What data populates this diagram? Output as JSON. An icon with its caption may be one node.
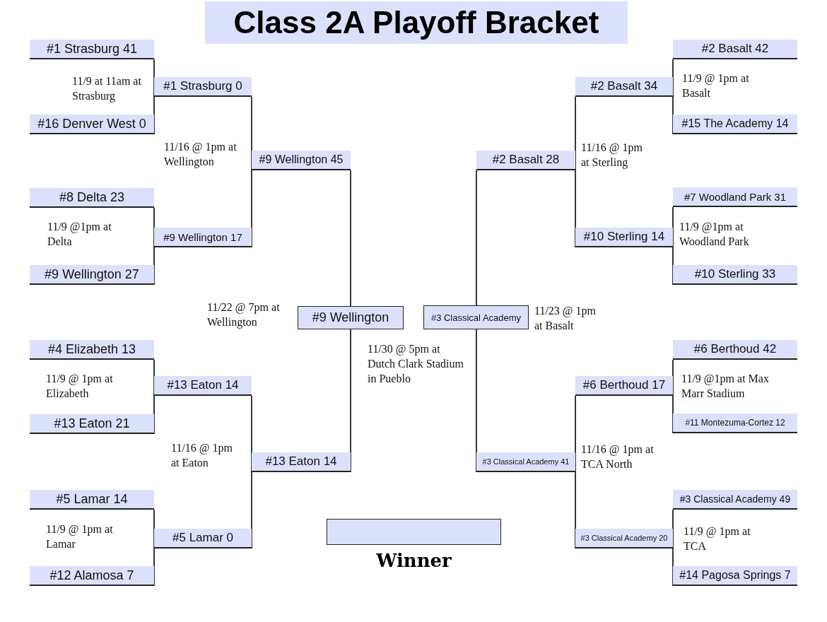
{
  "diagram": {
    "title": "Class 2A Playoff Bracket",
    "nodes": [
      {
        "text": [
          "#1 Strasburg 41"
        ]
      },
      {
        "text": [
          "#16 Denver West 0"
        ]
      },
      {
        "text": [
          "#8 Delta 23"
        ]
      },
      {
        "text": [
          "#9 Wellington 27"
        ]
      },
      {
        "text": [
          "#4 Elizabeth 13"
        ]
      },
      {
        "text": [
          "#13 Eaton 21"
        ]
      },
      {
        "text": [
          "#5 Lamar 14"
        ]
      },
      {
        "text": [
          "#12 Alamosa 7"
        ]
      },
      {
        "text": [
          "#1 Strasburg 0"
        ]
      },
      {
        "text": [
          "#9 Wellington 17"
        ]
      },
      {
        "text": [
          "#13 Eaton 14"
        ]
      },
      {
        "text": [
          "#5 Lamar 0"
        ]
      },
      {
        "text": [
          "#9 Wellington 45"
        ]
      },
      {
        "text": [
          "#13 Eaton 14"
        ]
      },
      {
        "text": [
          "#9 Wellington"
        ]
      },
      {
        "text": [
          "#3 Classical Academy"
        ]
      },
      {
        "text": [
          "#2 Basalt 28"
        ]
      },
      {
        "text": [
          "#3 Classical Academy 41"
        ]
      },
      {
        "text": [
          "#2 Basalt 34"
        ]
      },
      {
        "text": [
          "#10 Sterling 14"
        ]
      },
      {
        "text": [
          "#6 Berthoud 17"
        ]
      },
      {
        "text": [
          "#3 Classical Academy 20"
        ]
      },
      {
        "text": [
          "#2 Basalt 42"
        ]
      },
      {
        "text": [
          "#15 The Academy 14"
        ]
      },
      {
        "text": [
          "#7 Woodland Park 31"
        ]
      },
      {
        "text": [
          "#10 Sterling 33"
        ]
      },
      {
        "text": [
          "#6 Berthoud 42"
        ]
      },
      {
        "text": [
          "#11 Montezuma-Cortez 12"
        ]
      },
      {
        "text": [
          "#3 Classical Academy 49"
        ]
      },
      {
        "text": [
          "#14 Pagosa Springs 7"
        ]
      },
      {
        "text": [
          "Winner"
        ]
      }
    ],
    "edges": [
      {
        "from": 0,
        "to": 8,
        "arrow": "none"
      },
      {
        "from": 1,
        "to": 8,
        "arrow": "none"
      },
      {
        "from": 2,
        "to": 9,
        "arrow": "none"
      },
      {
        "from": 3,
        "to": 9,
        "arrow": "none"
      },
      {
        "from": 4,
        "to": 10,
        "arrow": "none"
      },
      {
        "from": 5,
        "to": 10,
        "arrow": "none"
      },
      {
        "from": 6,
        "to": 11,
        "arrow": "none"
      },
      {
        "from": 7,
        "to": 11,
        "arrow": "none"
      },
      {
        "from": 8,
        "to": 12,
        "arrow": "none"
      },
      {
        "from": 9,
        "to": 12,
        "arrow": "none"
      },
      {
        "from": 10,
        "to": 13,
        "arrow": "none"
      },
      {
        "from": 11,
        "to": 13,
        "arrow": "none"
      },
      {
        "from": 12,
        "to": 14,
        "arrow": "none"
      },
      {
        "from": 13,
        "to": 14,
        "arrow": "none"
      },
      {
        "from": 22,
        "to": 18,
        "arrow": "none"
      },
      {
        "from": 23,
        "to": 18,
        "arrow": "none"
      },
      {
        "from": 24,
        "to": 19,
        "arrow": "none"
      },
      {
        "from": 25,
        "to": 19,
        "arrow": "none"
      },
      {
        "from": 26,
        "to": 20,
        "arrow": "none"
      },
      {
        "from": 27,
        "to": 20,
        "arrow": "none"
      },
      {
        "from": 28,
        "to": 21,
        "arrow": "none"
      },
      {
        "from": 29,
        "to": 21,
        "arrow": "none"
      },
      {
        "from": 18,
        "to": 16,
        "arrow": "none"
      },
      {
        "from": 19,
        "to": 16,
        "arrow": "none"
      },
      {
        "from": 20,
        "to": 17,
        "arrow": "none"
      },
      {
        "from": 21,
        "to": 17,
        "arrow": "none"
      },
      {
        "from": 16,
        "to": 15,
        "arrow": "none"
      },
      {
        "from": 17,
        "to": 15,
        "arrow": "none"
      }
    ],
    "labels": [
      "11/9 at 11am at Strasburg",
      "11/9 @ 1pm at Basalt",
      "11/16 @ 1pm at Wellington",
      "11/16 @ 1pm at Sterling",
      "11/9 @1pm at Delta",
      "11/9 @1pm at Woodland Park",
      "11/22 @ 7pm at Wellington",
      "11/23 @ 1pm at Basalt",
      "11/30 @ 5pm at Dutch Clark Stadium in Pueblo",
      "11/9 @ 1pm at Elizabeth",
      "11/9 @1pm at Max Marr Stadium",
      "11/16 @ 1pm at Eaton",
      "11/16 @ 1pm at TCA North",
      "11/9 @ 1pm at Lamar",
      "11/9 @ 1pm at TCA"
    ]
  }
}
